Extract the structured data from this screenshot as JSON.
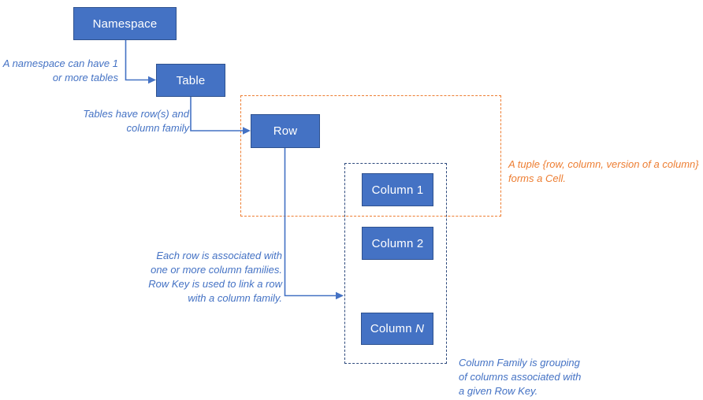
{
  "diagram_title": "Namespace / Table / Row / Column Family relationship diagram",
  "boxes": {
    "namespace": "Namespace",
    "table": "Table",
    "row": "Row",
    "column1": "Column 1",
    "column2": "Column 2",
    "columnN_prefix": "Column",
    "columnN_suffix": "N"
  },
  "annotations": {
    "namespace": {
      "lines": [
        "A namespace can have 1",
        "or more tables"
      ]
    },
    "table": {
      "lines": [
        "Tables have row(s) and",
        "column family"
      ]
    },
    "row": {
      "lines": [
        "Each row is associated with",
        "one or more column families.",
        "Row Key is used to link a row",
        "with a column family."
      ]
    },
    "cell": {
      "lines": [
        "A tuple {row, column, version of a column}",
        "forms a Cell."
      ]
    },
    "column_family": {
      "lines": [
        "Column Family is grouping",
        "of columns associated with",
        "a given Row Key."
      ]
    }
  },
  "colors": {
    "box_fill": "#4472C4",
    "box_border": "#2F528F",
    "connector": "#4472C4",
    "annotation_blue": "#4472C4",
    "annotation_orange": "#ED7D31",
    "cell_rect_border": "#ED7D31",
    "cf_rect_border": "#2E4A7D",
    "canvas_bg": "#FFFFFF"
  }
}
